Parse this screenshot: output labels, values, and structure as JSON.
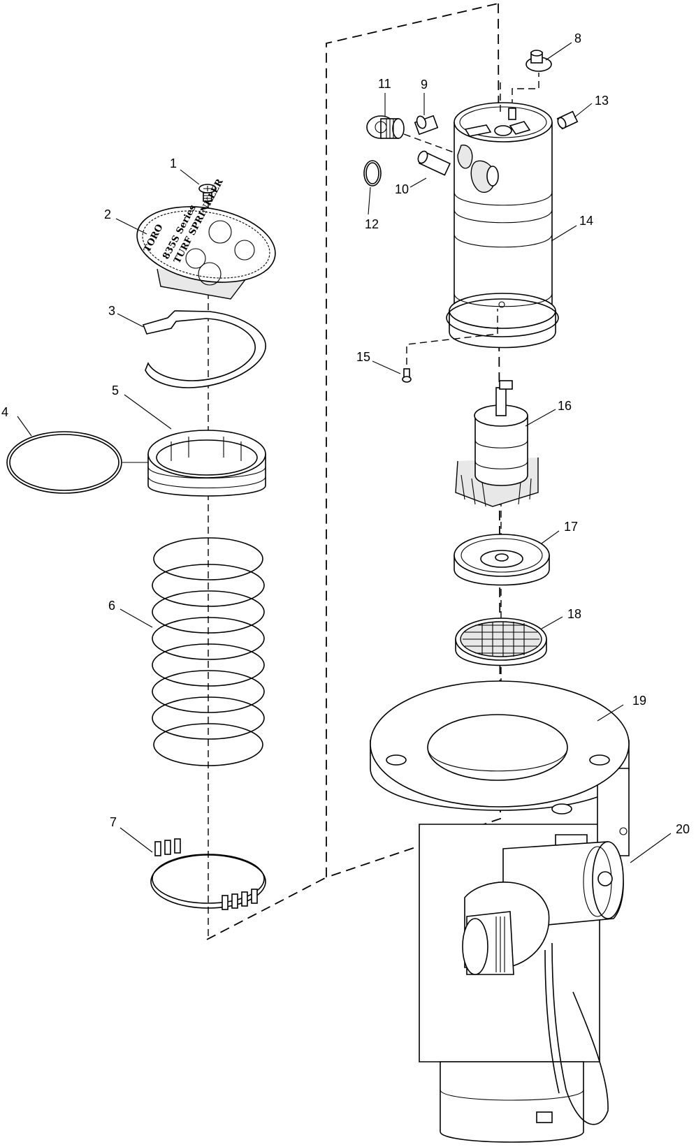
{
  "diagram": {
    "type": "exploded-parts-view",
    "callouts": [
      {
        "id": "1",
        "label": "1"
      },
      {
        "id": "2",
        "label": "2"
      },
      {
        "id": "3",
        "label": "3"
      },
      {
        "id": "4",
        "label": "4"
      },
      {
        "id": "5",
        "label": "5"
      },
      {
        "id": "6",
        "label": "6"
      },
      {
        "id": "7",
        "label": "7"
      },
      {
        "id": "8",
        "label": "8"
      },
      {
        "id": "9",
        "label": "9"
      },
      {
        "id": "10",
        "label": "10"
      },
      {
        "id": "11",
        "label": "11"
      },
      {
        "id": "12",
        "label": "12"
      },
      {
        "id": "13",
        "label": "13"
      },
      {
        "id": "14",
        "label": "14"
      },
      {
        "id": "15",
        "label": "15"
      },
      {
        "id": "16",
        "label": "16"
      },
      {
        "id": "17",
        "label": "17"
      },
      {
        "id": "18",
        "label": "18"
      },
      {
        "id": "19",
        "label": "19"
      },
      {
        "id": "20",
        "label": "20"
      }
    ],
    "dial_text": {
      "brand": "TORO",
      "series": "835S Series",
      "subtitle": "TURF SPRINKLER"
    }
  }
}
